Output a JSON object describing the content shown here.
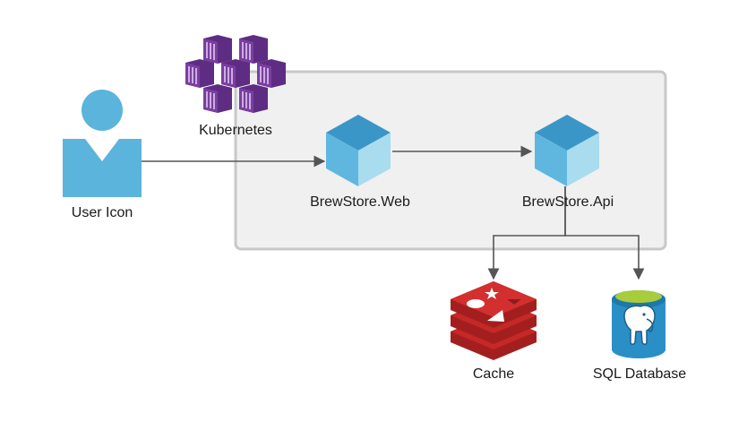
{
  "nodes": {
    "user": {
      "label": "User Icon",
      "icon": "user-icon"
    },
    "kubernetes": {
      "label": "Kubernetes",
      "icon": "kubernetes-icon"
    },
    "web": {
      "label": "BrewStore.Web",
      "icon": "cube-icon"
    },
    "api": {
      "label": "BrewStore.Api",
      "icon": "cube-icon"
    },
    "cache": {
      "label": "Cache",
      "icon": "redis-icon"
    },
    "db": {
      "label": "SQL Database",
      "icon": "postgresql-icon"
    }
  },
  "edges": [
    {
      "from": "user",
      "to": "web"
    },
    {
      "from": "web",
      "to": "api"
    },
    {
      "from": "api",
      "to": "cache"
    },
    {
      "from": "api",
      "to": "db"
    }
  ],
  "colors": {
    "user_blue": "#5ab4dc",
    "cube_dark": "#3b96c8",
    "cube_mid": "#5fb7e0",
    "cube_light": "#a9dcef",
    "kubernetes_purple": "#7a3ea1",
    "redis_red": "#c62828",
    "db_blue": "#2a8fc6",
    "db_green": "#a7cc3c",
    "container_fill": "#f0f0f0",
    "container_stroke": "#c8c8c8",
    "edge": "#555555"
  }
}
